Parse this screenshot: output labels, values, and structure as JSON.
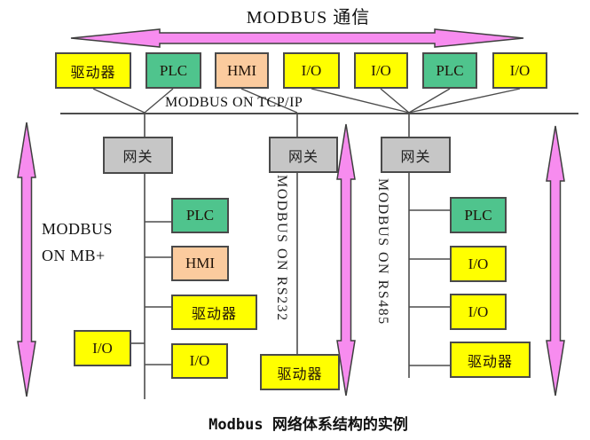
{
  "title": "MODBUS 通信",
  "caption": "Modbus 网络体系结构的实例",
  "top_bus": {
    "label": "MODBUS ON TCP/IP"
  },
  "top_row": [
    {
      "label": "驱动器",
      "type": "drive"
    },
    {
      "label": "PLC",
      "type": "plc"
    },
    {
      "label": "HMI",
      "type": "hmi"
    },
    {
      "label": "I/O",
      "type": "io"
    },
    {
      "label": "I/O",
      "type": "io"
    },
    {
      "label": "PLC",
      "type": "plc"
    },
    {
      "label": "I/O",
      "type": "io"
    }
  ],
  "gateways": [
    {
      "label": "网关"
    },
    {
      "label": "网关"
    },
    {
      "label": "网关"
    }
  ],
  "branches": {
    "left": {
      "bus_label_line1": "MODBUS",
      "bus_label_line2": "ON MB+",
      "nodes": [
        {
          "label": "PLC",
          "type": "plc"
        },
        {
          "label": "HMI",
          "type": "hmi"
        },
        {
          "label": "驱动器",
          "type": "drive"
        },
        {
          "label": "I/O",
          "type": "io"
        }
      ],
      "side_node": {
        "label": "I/O",
        "type": "io"
      }
    },
    "middle": {
      "bus_label": "MODBUS ON RS232",
      "nodes": [
        {
          "label": "驱动器",
          "type": "drive"
        }
      ]
    },
    "right": {
      "bus_label": "MODBUS ON RS485",
      "nodes": [
        {
          "label": "PLC",
          "type": "plc"
        },
        {
          "label": "I/O",
          "type": "io"
        },
        {
          "label": "I/O",
          "type": "io"
        },
        {
          "label": "驱动器",
          "type": "drive"
        }
      ]
    }
  },
  "colors": {
    "device_yellow": "#FFFF00",
    "plc_green": "#4FC48D",
    "hmi_orange": "#FBCB9E",
    "gateway_gray": "#C6C6C6",
    "arrow_pink": "#F78CEF",
    "line_dark": "#4d4d4d"
  }
}
